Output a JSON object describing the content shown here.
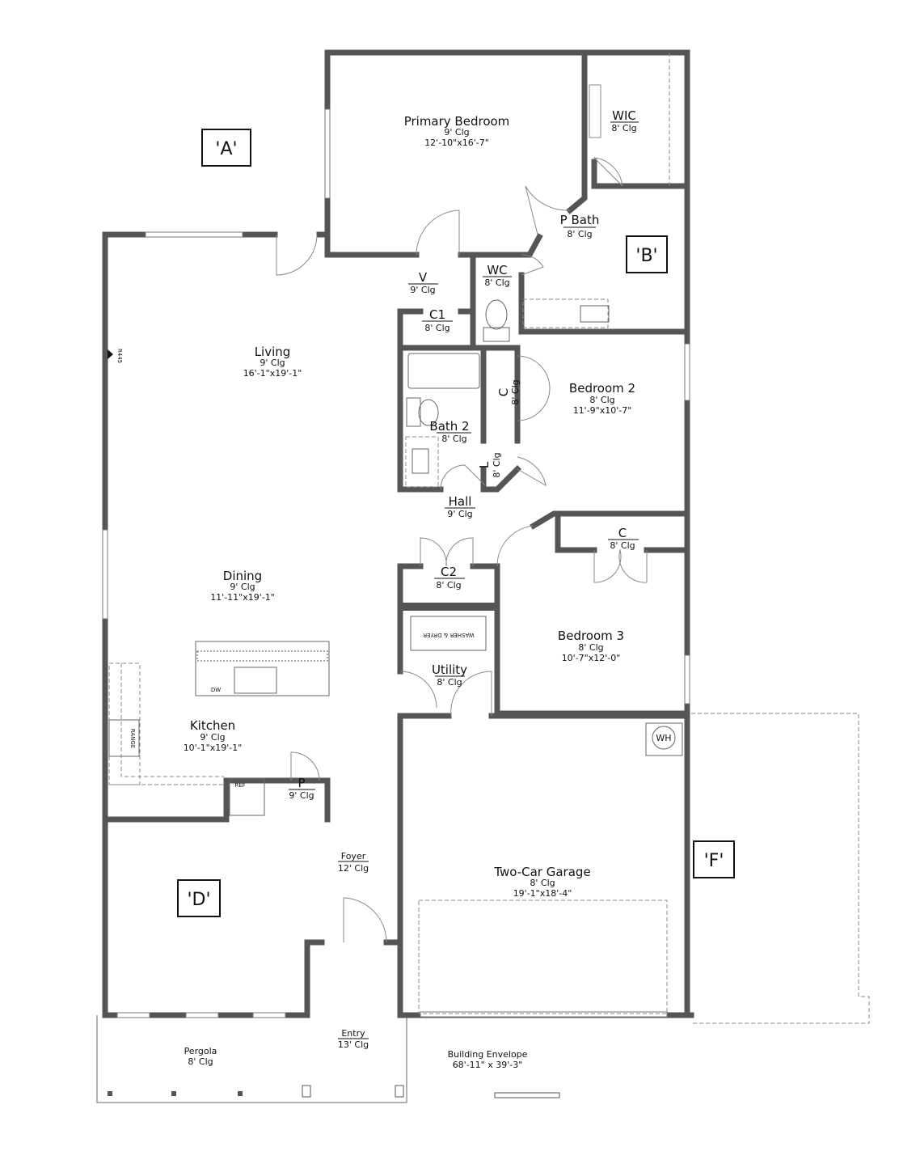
{
  "zones": [
    "'A'",
    "'B'",
    "'D'",
    "'F'"
  ],
  "rooms": {
    "primary_bedroom": {
      "name": "Primary Bedroom",
      "ceiling": "9' Clg",
      "size": "12'-10\"x16'-7\""
    },
    "wic": {
      "name": "WIC",
      "ceiling": "8' Clg"
    },
    "p_bath": {
      "name": "P Bath",
      "ceiling": "8' Clg"
    },
    "wc": {
      "name": "WC",
      "ceiling": "8' Clg"
    },
    "v": {
      "name": "V",
      "ceiling": "9' Clg"
    },
    "c1": {
      "name": "C1",
      "ceiling": "8' Clg"
    },
    "living": {
      "name": "Living",
      "ceiling": "9' Clg",
      "size": "16'-1\"x19'-1\""
    },
    "bedroom2": {
      "name": "Bedroom 2",
      "ceiling": "8' Clg",
      "size": "11'-9\"x10'-7\""
    },
    "closet_bed2": {
      "name": "C",
      "ceiling": "8' Clg"
    },
    "bath2": {
      "name": "Bath 2",
      "ceiling": "8' Clg"
    },
    "linen": {
      "name": "L",
      "ceiling": "8' Clg"
    },
    "hall": {
      "name": "Hall",
      "ceiling": "9' Clg"
    },
    "closet_bed3": {
      "name": "C",
      "ceiling": "8' Clg"
    },
    "c2": {
      "name": "C2",
      "ceiling": "8' Clg"
    },
    "dining": {
      "name": "Dining",
      "ceiling": "9' Clg",
      "size": "11'-11\"x19'-1\""
    },
    "bedroom3": {
      "name": "Bedroom 3",
      "ceiling": "8' Clg",
      "size": "10'-7\"x12'-0\""
    },
    "utility": {
      "name": "Utility",
      "ceiling": "8' Clg"
    },
    "kitchen": {
      "name": "Kitchen",
      "ceiling": "9' Clg",
      "size": "10'-1\"x19'-1\""
    },
    "pantry": {
      "name": "P",
      "ceiling": "9' Clg"
    },
    "foyer": {
      "name": "Foyer",
      "ceiling": "12' Clg"
    },
    "garage": {
      "name": "Two-Car Garage",
      "ceiling": "8' Clg",
      "size": "19'-1\"x18'-4\""
    },
    "pergola": {
      "name": "Pergola",
      "ceiling": "8' Clg"
    },
    "entry": {
      "name": "Entry",
      "ceiling": "13' Clg"
    }
  },
  "fixtures": {
    "dw": "DW",
    "ref": "REF",
    "range": "RANGE",
    "washer_dryer": "WASHER & DRYER",
    "wh": "WH",
    "r445": "R445"
  },
  "envelope": {
    "label": "Building Envelope",
    "size": "68'-11\" x 39'-3\""
  }
}
